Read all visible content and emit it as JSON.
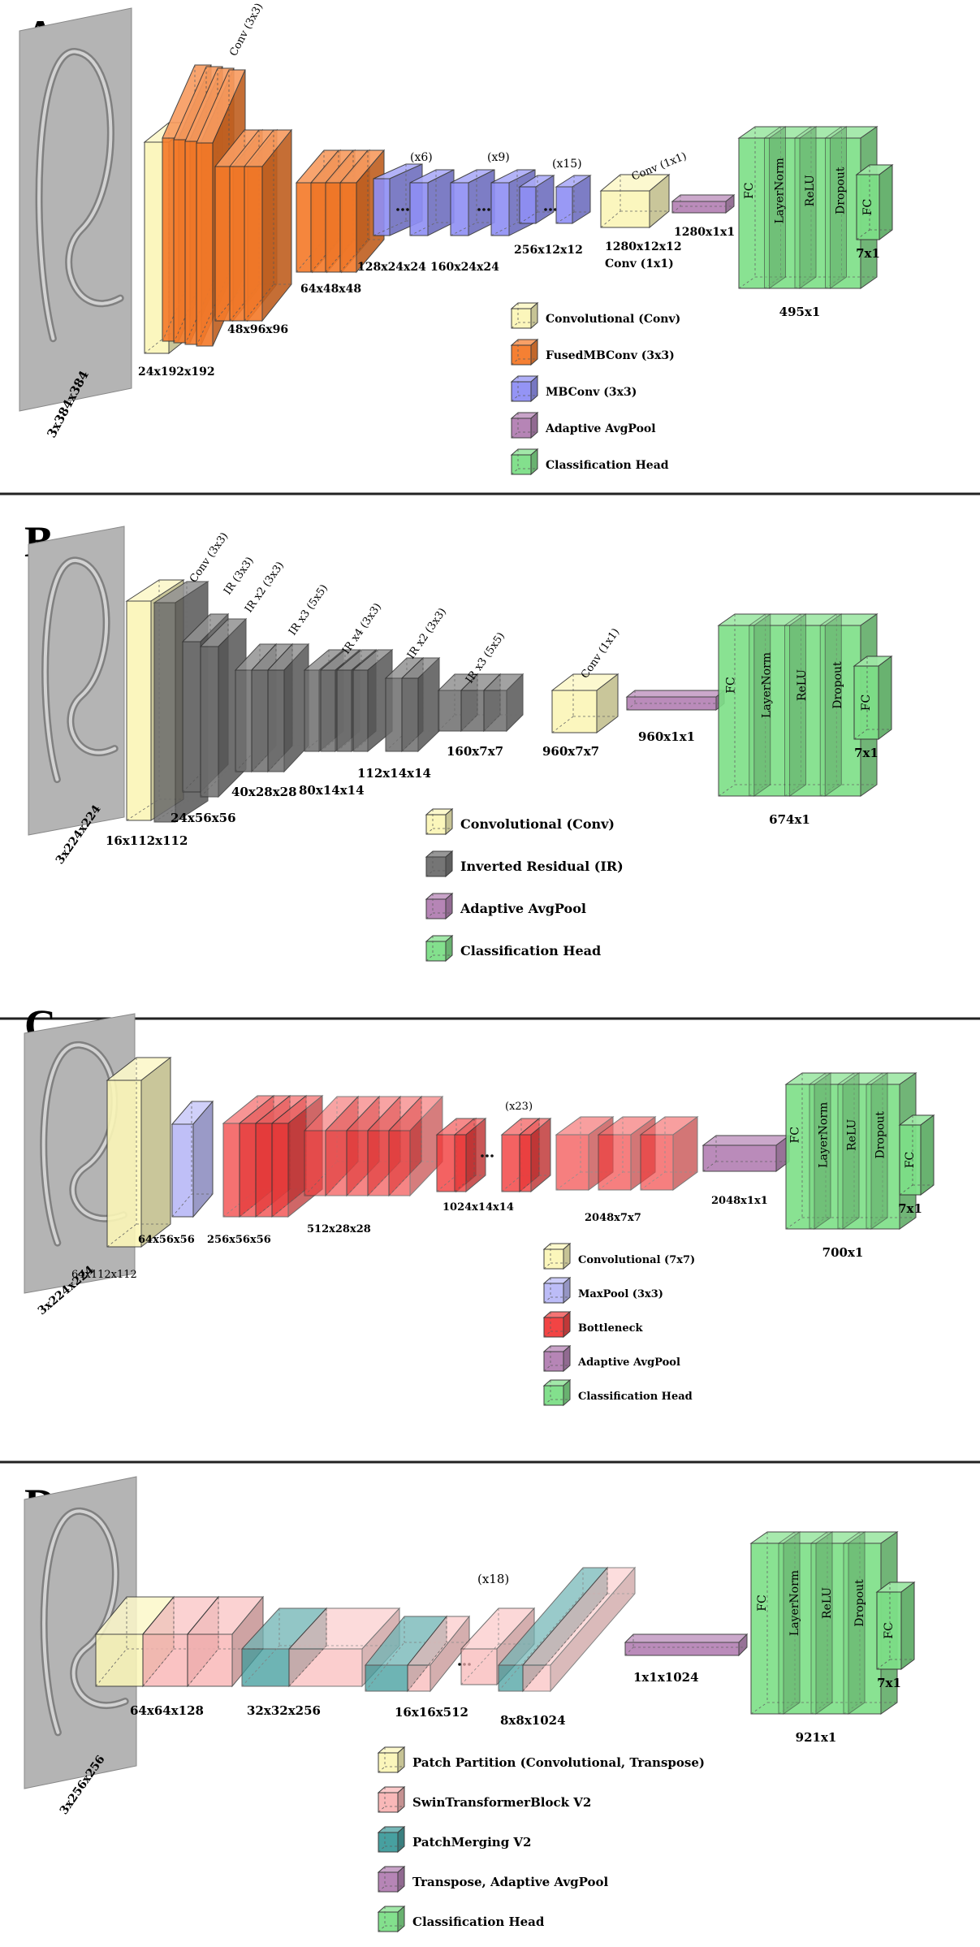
{
  "panels": [
    {
      "letter": "A",
      "input_label": "3x384x384",
      "dims": [
        "24x192x192",
        "48x96x96",
        "64x48x48",
        "128x24x24",
        "160x24x24",
        "256x12x12",
        "1280x12x12",
        "1280x1x1",
        "495x1",
        "7x1"
      ],
      "top_labels": [
        "Conv (3x3)",
        "(x6)",
        "(x9)",
        "(x15)",
        "Conv (1x1)",
        "Conv (1x1)"
      ],
      "head_layers": [
        "FC",
        "LayerNorm",
        "ReLU",
        "Dropout",
        "FC"
      ],
      "legend": [
        {
          "label": "Convolutional (Conv)",
          "color": "#fbf6b8"
        },
        {
          "label": "FusedMBConv (3x3)",
          "color": "#f57a29"
        },
        {
          "label": "MBConv (3x3)",
          "color": "#8f8ff5"
        },
        {
          "label": "Adaptive AvgPool",
          "color": "#b37fb3"
        },
        {
          "label": "Classification Head",
          "color": "#7ddf87"
        }
      ]
    },
    {
      "letter": "B",
      "input_label": "3x224x224",
      "dims": [
        "16x112x112",
        "24x56x56",
        "40x28x28",
        "80x14x14",
        "112x14x14",
        "160x7x7",
        "960x7x7",
        "960x1x1",
        "674x1",
        "7x1"
      ],
      "top_labels": [
        "Conv (3x3)",
        "IR (3x3)",
        "IR x2 (3x3)",
        "IR x3 (5x5)",
        "IR x4 (3x3)",
        "IR x2 (3x3)",
        "IR x3 (5x5)",
        "Conv (1x1)"
      ],
      "head_layers": [
        "FC",
        "LayerNorm",
        "ReLU",
        "Dropout",
        "FC"
      ],
      "legend": [
        {
          "label": "Convolutional (Conv)",
          "color": "#fbf6b8"
        },
        {
          "label": "Inverted Residual (IR)",
          "color": "#6e6e6e"
        },
        {
          "label": "Adaptive AvgPool",
          "color": "#b37fb3"
        },
        {
          "label": "Classification Head",
          "color": "#7ddf87"
        }
      ]
    },
    {
      "letter": "C",
      "input_label": "3x224x224",
      "dims": [
        "64x112x112",
        "64x56x56",
        "256x56x56",
        "512x28x28",
        "1024x14x14",
        "2048x7x7",
        "2048x1x1",
        "700x1",
        "7x1"
      ],
      "top_labels": [
        "(x23)"
      ],
      "head_layers": [
        "FC",
        "LayerNorm",
        "ReLU",
        "Dropout",
        "FC"
      ],
      "legend": [
        {
          "label": "Convolutional (7x7)",
          "color": "#fbf6b8"
        },
        {
          "label": "MaxPool (3x3)",
          "color": "#b9b9f7"
        },
        {
          "label": "Bottleneck",
          "color": "#f23b3b"
        },
        {
          "label": "Adaptive AvgPool",
          "color": "#b37fb3"
        },
        {
          "label": "Classification Head",
          "color": "#7ddf87"
        }
      ]
    },
    {
      "letter": "D",
      "input_label": "3x256x256",
      "dims": [
        "64x64x128",
        "32x32x256",
        "16x16x512",
        "8x8x1024",
        "1x1x1024",
        "921x1",
        "7x1"
      ],
      "top_labels": [
        "(x18)"
      ],
      "head_layers": [
        "FC",
        "LayerNorm",
        "ReLU",
        "Dropout",
        "FC"
      ],
      "legend": [
        {
          "label": "Patch Partition (Convolutional, Transpose)",
          "color": "#fbf6b8"
        },
        {
          "label": "SwinTransformerBlock V2",
          "color": "#f9b5b5"
        },
        {
          "label": "PatchMerging V2",
          "color": "#3e9b9b"
        },
        {
          "label": "Transpose, Adaptive AvgPool",
          "color": "#b37fb3"
        },
        {
          "label": "Classification Head",
          "color": "#7ddf87"
        }
      ]
    }
  ]
}
